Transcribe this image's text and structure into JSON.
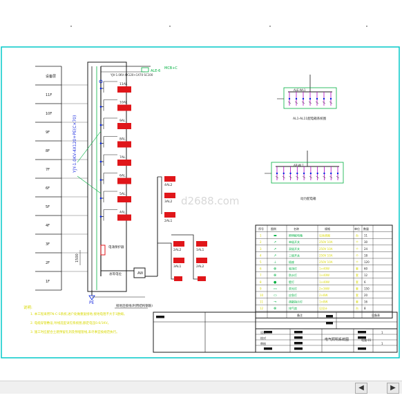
{
  "watermark": "d2688.com",
  "floor_labels": [
    "设备层",
    "11F",
    "10F",
    "9F",
    "8F",
    "7F",
    "6F",
    "5F",
    "4F",
    "3F",
    "2F",
    "1F"
  ],
  "riser_label": "YJY-1.0KV-4X120+PE(C×70)",
  "riser_top_label": "YJV-1.0KV-4X120+1X70 SC100",
  "main_switch_label": "ALE-6",
  "main_switch_tag": "MCB+C",
  "distribution_boxes_left": [
    "11AL",
    "10AL",
    "9AL",
    "8AL",
    "7AL",
    "6AL",
    "5AL",
    "4AL"
  ],
  "distribution_boxes_right": [
    "4AL2",
    "3AL2",
    "2AL1",
    "2AL2",
    "3AL1",
    "1AL1",
    "2AL2"
  ],
  "vertical_dimension": "1500",
  "pe_label": "PE",
  "grounding_label": "接地连接线(利用结构钢筋)",
  "meter_box_label": "AW",
  "lower_label": "总等电位",
  "surge_label": "电涌保护器",
  "schematic1": {
    "title_label": "ALE-WL1",
    "caption": "AL1-AL11配电箱系统图",
    "feeders": 7
  },
  "schematic2": {
    "title_label": "AP-WL1",
    "caption": "动力配电箱",
    "feeders": 10
  },
  "notes": {
    "heading": "说明:",
    "items": [
      "1. 本工程采用TN-C-S系统,进户处做重复接地,接地电阻不大于1欧姆。",
      "2. 电缆穿管敷设,导线选型详见系统图,额定电压0.6/1KV。",
      "3. 施工时应配合土建预留孔洞及预埋管线,未尽事宜按规范执行。"
    ]
  },
  "legend": {
    "headers": [
      "序号",
      "图例",
      "名称",
      "规格",
      "单位",
      "数量"
    ],
    "rows": [
      [
        "1",
        "▬",
        "照明配电箱",
        "见系统图",
        "台",
        "11"
      ],
      [
        "2",
        "↗",
        "单极开关",
        "250V 10A",
        "个",
        "30"
      ],
      [
        "3",
        "↗",
        "双极开关",
        "250V 10A",
        "个",
        "24"
      ],
      [
        "4",
        "↗",
        "三极开关",
        "250V 10A",
        "个",
        "18"
      ],
      [
        "5",
        "⊥",
        "插座",
        "250V 10A",
        "个",
        "120"
      ],
      [
        "6",
        "⊗",
        "吸顶灯",
        "1×40W",
        "套",
        "60"
      ],
      [
        "7",
        "⊗",
        "防水灯",
        "1×40W",
        "套",
        "12"
      ],
      [
        "8",
        "●",
        "壁灯",
        "1×40W",
        "套",
        "6"
      ],
      [
        "9",
        "▭",
        "荧光灯",
        "2×36W",
        "套",
        "150"
      ],
      [
        "10",
        "▭",
        "应急灯",
        "2×8W",
        "套",
        "20"
      ],
      [
        "11",
        "→",
        "疏散指示灯",
        "1×8W",
        "套",
        "16"
      ],
      [
        "12",
        "⊗",
        "排气扇",
        "见设计",
        "台",
        "8"
      ]
    ],
    "footer_left": "备注",
    "footer_right": "设备表"
  },
  "titleblock": {
    "project": "电气照明系统图",
    "drawing_no": "电施-01",
    "designer": "设计",
    "checker": "校对",
    "approver": "审核",
    "page": "1",
    "total": "1"
  },
  "scrollbar": {
    "left_arrow": "◀",
    "right_arrow": "▶"
  },
  "colors": {
    "background": "#ffffff",
    "frame": "#00c8c8",
    "line": "#1a1a1a",
    "box_fill": "#e0161a",
    "green": "#00b040",
    "blue": "#0020e0",
    "yellow": "#d8d800",
    "schematic_magenta": "#b000c0"
  }
}
